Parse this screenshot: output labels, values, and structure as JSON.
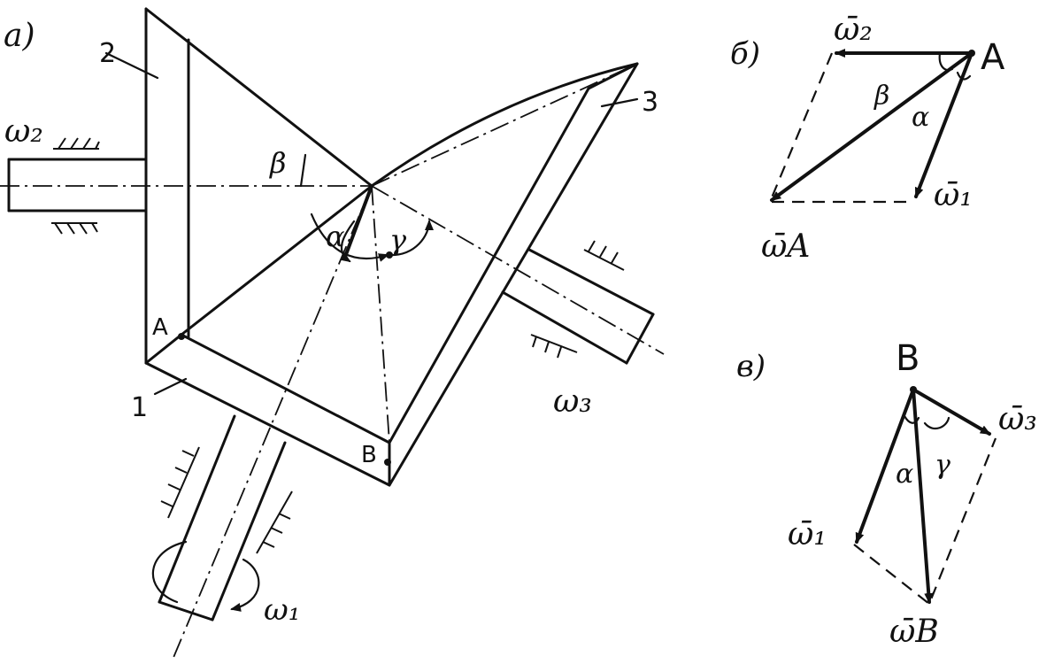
{
  "figure": {
    "panels": [
      "а)",
      "б)",
      "в)"
    ],
    "part_numbers": [
      "1",
      "2",
      "3"
    ],
    "points": [
      "A",
      "B"
    ],
    "angles": [
      "α",
      "β",
      "γ"
    ],
    "main_omegas": [
      "ω₂",
      "ω₃",
      "ω₁"
    ],
    "vectors_a": [
      "ω̄₂",
      "ω̄₁",
      "ω̄A"
    ],
    "vectors_b": [
      "ω̄₃",
      "ω̄₁",
      "ω̄B"
    ]
  }
}
